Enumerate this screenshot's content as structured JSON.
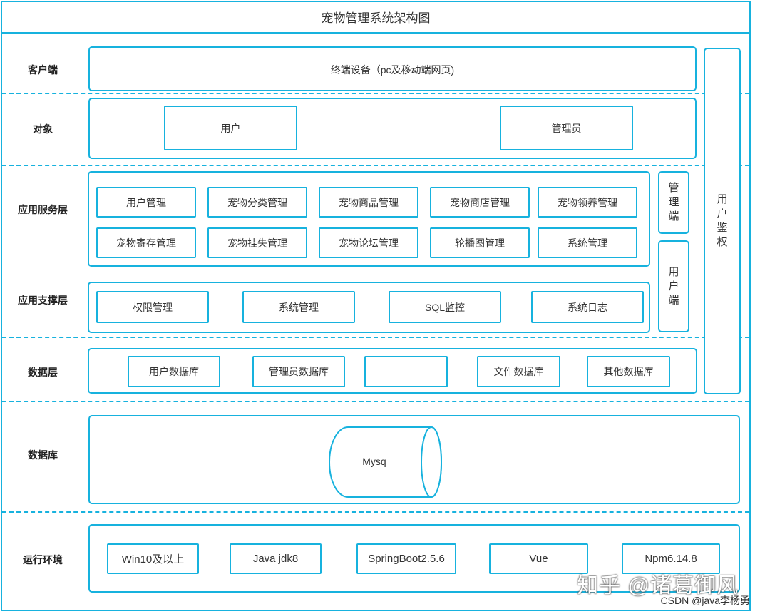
{
  "title": "宠物管理系统架构图",
  "layers": {
    "client": "客户端",
    "object": "对象",
    "app_service": "应用服务层",
    "app_support": "应用支撑层",
    "data": "数据层",
    "database": "数据库",
    "runtime": "运行环境"
  },
  "client_device": "终端设备（pc及移动端网页)",
  "objects": [
    "用户",
    "管理员"
  ],
  "services_row1": [
    "用户管理",
    "宠物分类管理",
    "宠物商品管理",
    "宠物商店管理",
    "宠物领养管理"
  ],
  "services_row2": [
    "宠物寄存管理",
    "宠物挂失管理",
    "宠物论坛管理",
    "轮播图管理",
    "系统管理"
  ],
  "side_admin": [
    "管",
    "理",
    "端"
  ],
  "side_user": [
    "用",
    "户",
    "端"
  ],
  "auth": [
    "用",
    "户",
    "鉴",
    "权"
  ],
  "support": [
    "权限管理",
    "系统管理",
    "SQL监控",
    "系统日志"
  ],
  "data_items": [
    "用户数据库",
    "管理员数据库",
    "",
    "文件数据库",
    "其他数据库"
  ],
  "db_name": "Mysq",
  "runtime_items": [
    "Win10及以上",
    "Java jdk8",
    "SpringBoot2.5.6",
    "Vue",
    "Npm6.14.8"
  ],
  "watermark": "知乎 @诸葛御风",
  "credit": "CSDN @java李杨勇"
}
